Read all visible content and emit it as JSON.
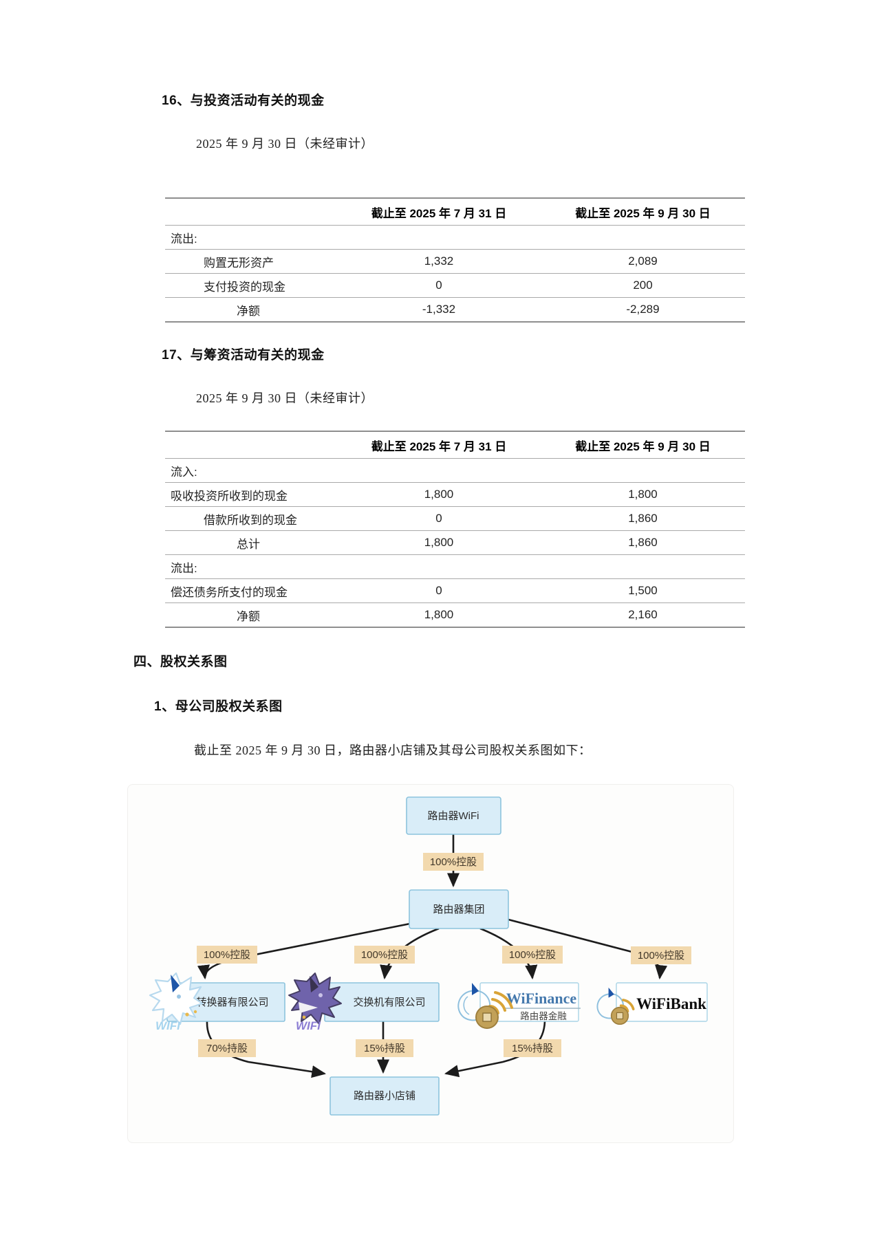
{
  "section16": {
    "heading": "16、与投资活动有关的现金",
    "caption": "2025 年 9 月 30 日（未经审计）"
  },
  "table16": {
    "col1": "截止至 2025 年 7 月 31 日",
    "col2": "截止至 2025 年 9 月 30 日",
    "rows": [
      {
        "label": "流出:",
        "v1": "",
        "v2": ""
      },
      {
        "label": "购置无形资产",
        "v1": "1,332",
        "v2": "2,089"
      },
      {
        "label": "支付投资的现金",
        "v1": "0",
        "v2": "200"
      },
      {
        "label": "净额",
        "v1": "-1,332",
        "v2": "-2,289"
      }
    ]
  },
  "section17": {
    "heading": "17、与筹资活动有关的现金",
    "caption": "2025 年 9 月 30 日（未经审计）"
  },
  "table17": {
    "col1": "截止至 2025 年 7 月 31 日",
    "col2": "截止至 2025 年 9 月 30 日",
    "rows": [
      {
        "label": "流入:",
        "v1": "",
        "v2": ""
      },
      {
        "label": "吸收投资所收到的现金",
        "v1": "1,800",
        "v2": "1,800"
      },
      {
        "label": "借款所收到的现金",
        "v1": "0",
        "v2": "1,860"
      },
      {
        "label": "总计",
        "v1": "1,800",
        "v2": "1,860"
      },
      {
        "label": "流出:",
        "v1": "",
        "v2": ""
      },
      {
        "label": "偿还债务所支付的现金",
        "v1": "0",
        "v2": "1,500"
      },
      {
        "label": "净额",
        "v1": "1,800",
        "v2": "2,160"
      }
    ]
  },
  "section4": {
    "heading": "四、股权关系图"
  },
  "subsection1": {
    "heading": "1、母公司股权关系图",
    "intro": "截止至 2025 年 9 月 30 日，路由器小店铺及其母公司股权关系图如下："
  },
  "diagram": {
    "nodes": {
      "root": "路由器WiFi",
      "group": "路由器集团",
      "converter": "转换器有限公司",
      "switch": "交换机有限公司",
      "finance_title": "WiFinance",
      "finance_sub": "路由器金融",
      "bank": "WiFiBank",
      "shop": "路由器小店铺"
    },
    "edge_labels": {
      "root_group": "100%控股",
      "group_converter": "100%控股",
      "group_switch": "100%控股",
      "group_finance": "100%控股",
      "group_bank": "100%控股",
      "converter_shop": "70%持股",
      "switch_shop": "15%持股",
      "finance_shop": "15%持股"
    },
    "mascots": {
      "converter_wifi": "WIFI",
      "switch_wifi": "WIFI"
    },
    "colors": {
      "node_fill": "#d9edf8",
      "node_border": "#8cc3dd",
      "label_fill": "#f2d9ae",
      "arrow": "#1c1c1c",
      "finance_blue": "#4579ad",
      "gold": "#d9a437"
    }
  }
}
